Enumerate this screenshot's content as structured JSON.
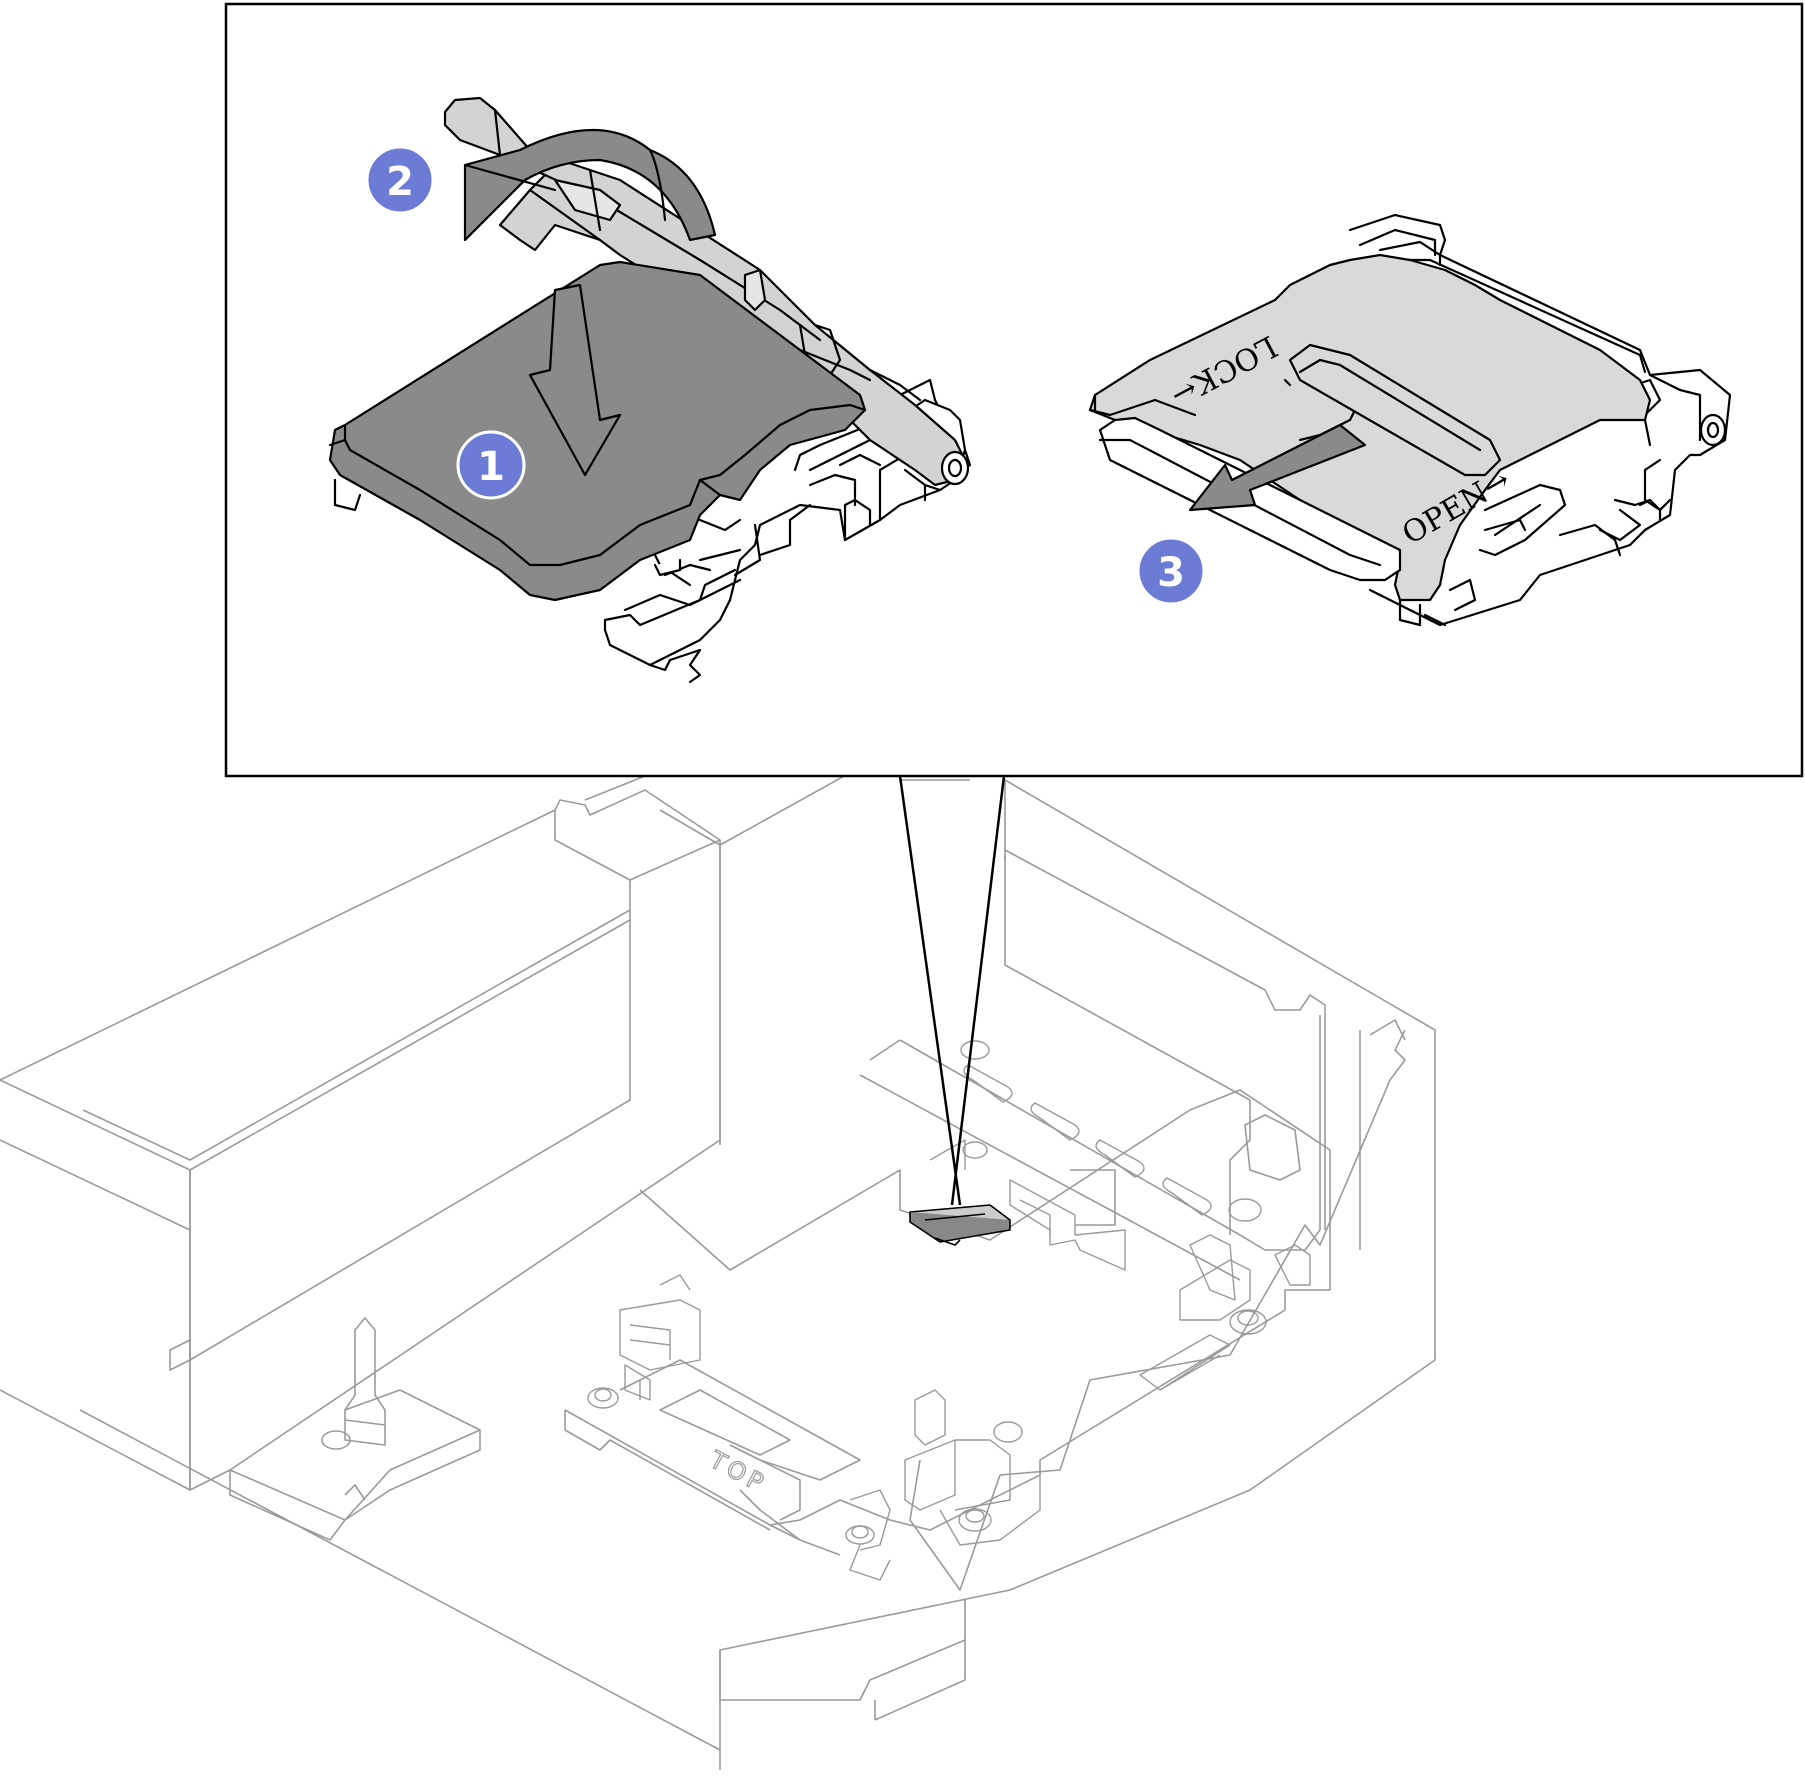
{
  "callouts": [
    {
      "id": "step-1",
      "label": "1"
    },
    {
      "id": "step-2",
      "label": "2"
    },
    {
      "id": "step-3",
      "label": "3"
    }
  ],
  "engraving": {
    "lock_text": "LOCK←",
    "open_text": "OPEN→"
  },
  "board": {
    "top_text": "TOP"
  },
  "colors": {
    "callout": "#6b7bd6",
    "card": "#8a8a8a",
    "cover": "#d9d9d9",
    "lever": "#cfcfcf",
    "outline": "#000000",
    "background_line": "#9a9a9a"
  }
}
